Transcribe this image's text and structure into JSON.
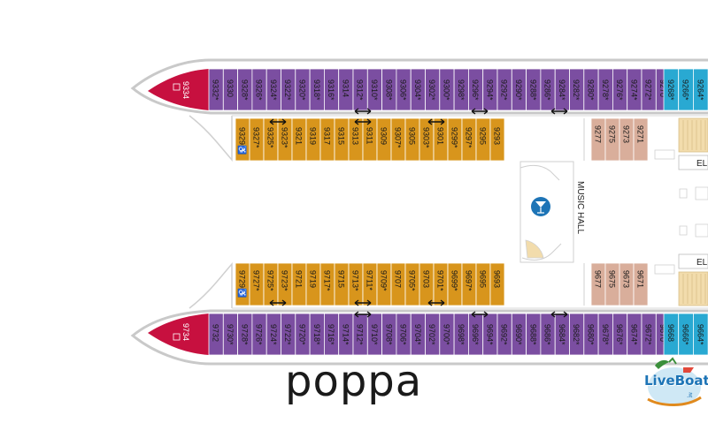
{
  "colors": {
    "interior": "#7b4ea1",
    "balcony": "#d8951c",
    "suite": "#d9ae9b",
    "ocean": "#29a9d2",
    "red": "#c7103f",
    "hull": "#c9c9c9",
    "stair": "#f2dcac"
  },
  "top_red_cabin": "9334",
  "bottom_red_cabin": "9734",
  "top_outer": [
    "9332",
    "9330",
    "9328",
    "9326",
    "9324",
    "9322",
    "9320",
    "9318",
    "9316",
    "9314",
    "9312",
    "9310",
    "9308",
    "9306",
    "9304",
    "9302",
    "9300",
    "9298",
    "9296",
    "9294",
    "9292",
    "9290",
    "9288",
    "9286",
    "9284",
    "9282",
    "9280",
    "9278",
    "9276",
    "9274",
    "9272",
    "9270"
  ],
  "top_outer_marks": [
    "*",
    "",
    "*",
    "*",
    "*",
    "*",
    "*",
    "*",
    "*",
    "",
    "*",
    "*",
    "*",
    "*",
    "*",
    "*",
    "*",
    "*",
    "*",
    "*",
    "*",
    "*",
    "*",
    "*",
    "*",
    "*",
    "*",
    "*",
    "*",
    "*",
    "*",
    ""
  ],
  "top_ocean": [
    "9268",
    "9266",
    "9264"
  ],
  "top_ocean_marks": [
    "*",
    "*",
    "*"
  ],
  "top_inner": [
    "9329",
    "9327",
    "9325",
    "9323",
    "9321",
    "9319",
    "9317",
    "9315",
    "9313",
    "9311",
    "9309",
    "9307",
    "9305",
    "9303",
    "9301",
    "9299",
    "9297",
    "9295",
    "9293"
  ],
  "top_inner_marks": [
    "♿",
    "*",
    "*",
    "*",
    "",
    "",
    "",
    "",
    "",
    "",
    "",
    "*",
    "",
    "*",
    "",
    "*",
    "*",
    "",
    ""
  ],
  "top_suites": [
    "9271",
    "9273",
    "9275",
    "9277"
  ],
  "bottom_outer": [
    "9732",
    "9730",
    "9728",
    "9726",
    "9724",
    "9722",
    "9720",
    "9718",
    "9716",
    "9714",
    "9712",
    "9710",
    "9708",
    "9706",
    "9704",
    "9702",
    "9700",
    "9698",
    "9696",
    "9694",
    "9692",
    "9690",
    "9688",
    "9686",
    "9684",
    "9682",
    "9680",
    "9678",
    "9676",
    "9674",
    "9672",
    "9670"
  ],
  "bottom_outer_marks": [
    "",
    "*",
    "*",
    "*",
    "*",
    "*",
    "*",
    "*",
    "*",
    "*",
    "*",
    "*",
    "*",
    "*",
    "*",
    "*",
    "*",
    "*",
    "*",
    "*",
    "*",
    "*",
    "*",
    "*",
    "*",
    "*",
    "*",
    "*",
    "*",
    "*",
    "*",
    "*"
  ],
  "bottom_ocean": [
    "9668",
    "9666",
    "9664"
  ],
  "bottom_ocean_marks": [
    "",
    "*",
    "*"
  ],
  "bottom_inner": [
    "9729",
    "9727",
    "9725",
    "9723",
    "9721",
    "9719",
    "9717",
    "9715",
    "9713",
    "9711",
    "9709",
    "9707",
    "9705",
    "9703",
    "9701",
    "9699",
    "9697",
    "9695",
    "9693"
  ],
  "bottom_inner_marks": [
    "♿",
    "*",
    "*",
    "*",
    "",
    "",
    "*",
    "",
    "*",
    "*",
    "*",
    "",
    "*",
    "",
    "*",
    "*",
    "*",
    "",
    ""
  ],
  "bottom_suites": [
    "9671",
    "9673",
    "9675",
    "9677"
  ],
  "music_hall_label": "MUSIC HALL",
  "bar_icon": "cocktail-icon",
  "elevator_label": "EL",
  "caption": "poppa",
  "logo": {
    "text": "LiveBoat",
    "suffix": ".it"
  }
}
